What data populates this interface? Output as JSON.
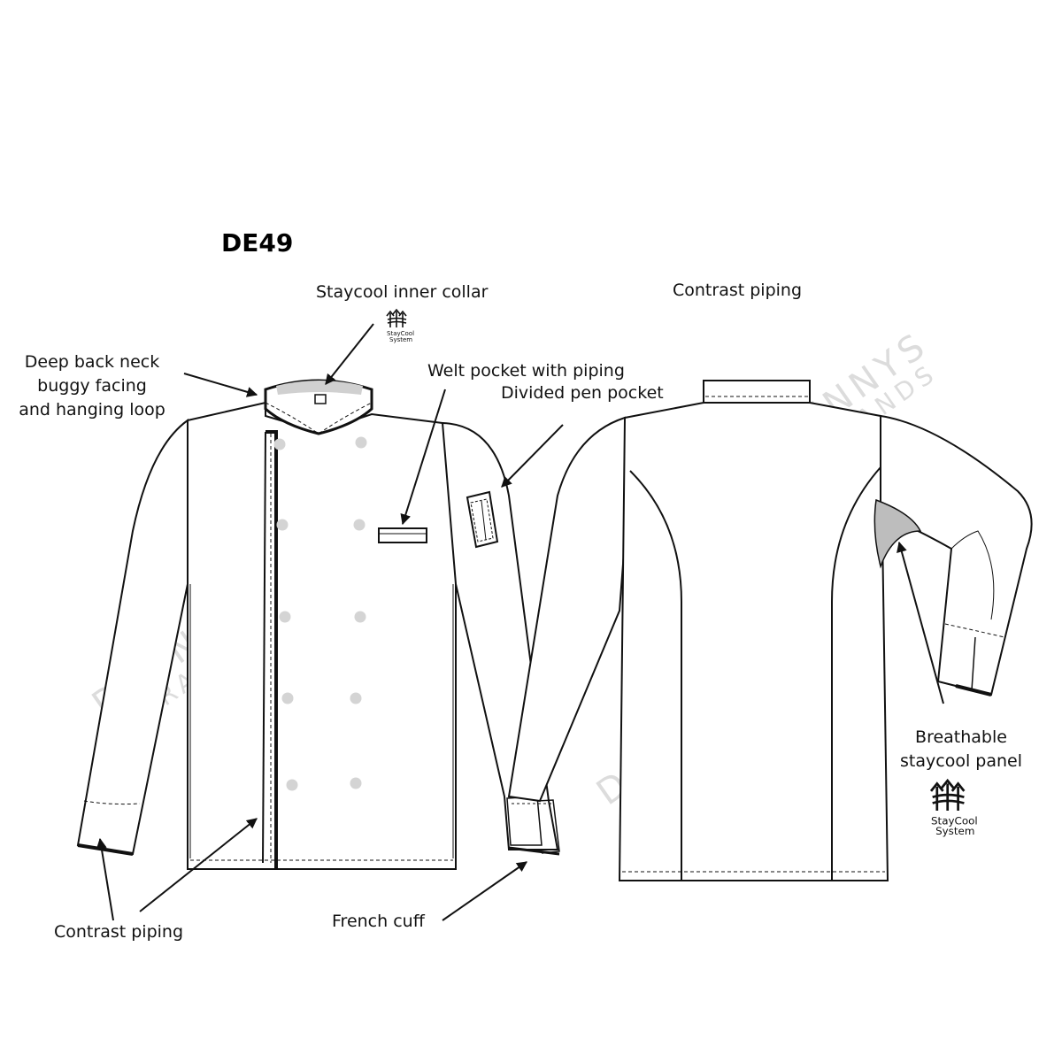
{
  "title": "DE49",
  "labels": {
    "staycool_inner_collar": "Staycool inner collar",
    "contrast_piping_top": "Contrast piping",
    "deep_back_neck": [
      "Deep back neck",
      "buggy facing",
      "and hanging loop"
    ],
    "welt_pocket": "Welt pocket with piping",
    "divided_pen_pocket": "Divided pen pocket",
    "breathable_panel": [
      "Breathable",
      "staycool panel"
    ],
    "contrast_piping_bottom": "Contrast piping",
    "french_cuff": "French cuff"
  },
  "logo": {
    "line1": "StayCool",
    "line2": "System"
  },
  "watermark": {
    "line1": "DENNYS",
    "line2": "BRANDS"
  },
  "colors": {
    "line": "#111111",
    "button": "#d4d4d4",
    "panel": "#bdbdbd",
    "watermark": "#dcdcdc"
  }
}
